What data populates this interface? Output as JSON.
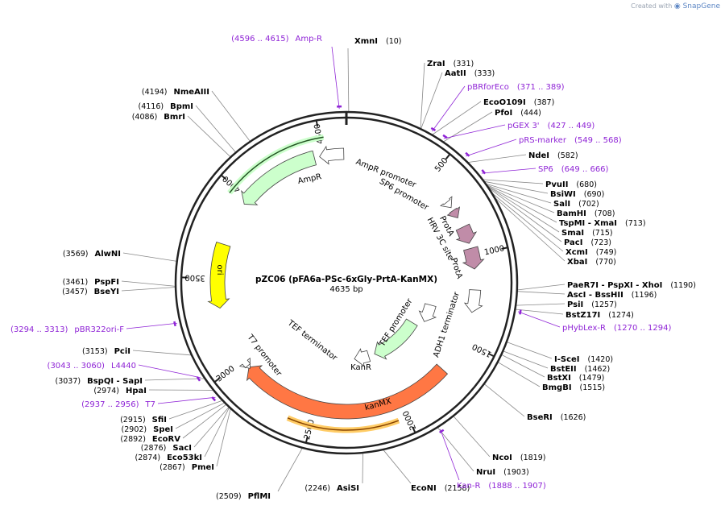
{
  "credit": {
    "prefix": "Created with",
    "brand": "SnapGene"
  },
  "plasmid": {
    "name": "pZC06 (pFA6a-PSc-6xGly-PrtA-KanMX)",
    "length": 4635,
    "length_label": "4635 bp"
  },
  "ticks": [
    "500",
    "1000",
    "1500",
    "2000",
    "2500",
    "3000",
    "3500",
    "4000",
    "4500"
  ],
  "enzymes": [
    {
      "name": "XmnI",
      "pos": "(10)"
    },
    {
      "name": "ZraI",
      "pos": "(331)"
    },
    {
      "name": "AatII",
      "pos": "(333)"
    },
    {
      "name": "EcoO109I",
      "pos": "(387)"
    },
    {
      "name": "PfoI",
      "pos": "(444)"
    },
    {
      "name": "NdeI",
      "pos": "(582)"
    },
    {
      "name": "PvuII",
      "pos": "(680)"
    },
    {
      "name": "BsiWI",
      "pos": "(690)"
    },
    {
      "name": "SalI",
      "pos": "(702)"
    },
    {
      "name": "BamHI",
      "pos": "(708)"
    },
    {
      "name": "TspMI - XmaI",
      "pos": "(713)"
    },
    {
      "name": "SmaI",
      "pos": "(715)"
    },
    {
      "name": "PacI",
      "pos": "(723)"
    },
    {
      "name": "XcmI",
      "pos": "(749)"
    },
    {
      "name": "XbaI",
      "pos": "(770)"
    },
    {
      "name": "PaeR7I - PspXI - XhoI",
      "pos": "(1190)"
    },
    {
      "name": "AscI - BssHII",
      "pos": "(1196)"
    },
    {
      "name": "PsiI",
      "pos": "(1257)"
    },
    {
      "name": "BstZ17I",
      "pos": "(1274)"
    },
    {
      "name": "I-SceI",
      "pos": "(1420)"
    },
    {
      "name": "BstEII",
      "pos": "(1462)"
    },
    {
      "name": "BstXI",
      "pos": "(1479)"
    },
    {
      "name": "BmgBI",
      "pos": "(1515)"
    },
    {
      "name": "BseRI",
      "pos": "(1626)"
    },
    {
      "name": "NcoI",
      "pos": "(1819)"
    },
    {
      "name": "NruI",
      "pos": "(1903)"
    },
    {
      "name": "EcoNI",
      "pos": "(2158)"
    },
    {
      "name": "AsiSI",
      "pos": "(2246)"
    },
    {
      "name": "PflMI",
      "pos": "(2509)"
    },
    {
      "name": "PmeI",
      "pos": "(2867)"
    },
    {
      "name": "Eco53kI",
      "pos": "(2874)"
    },
    {
      "name": "SacI",
      "pos": "(2876)"
    },
    {
      "name": "EcoRV",
      "pos": "(2892)"
    },
    {
      "name": "SpeI",
      "pos": "(2902)"
    },
    {
      "name": "SfiI",
      "pos": "(2915)"
    },
    {
      "name": "HpaI",
      "pos": "(2974)"
    },
    {
      "name": "BspQI - SapI",
      "pos": "(3037)"
    },
    {
      "name": "PciI",
      "pos": "(3153)"
    },
    {
      "name": "BseYI",
      "pos": "(3457)"
    },
    {
      "name": "PspFI",
      "pos": "(3461)"
    },
    {
      "name": "AlwNI",
      "pos": "(3569)"
    },
    {
      "name": "BmrI",
      "pos": "(4086)"
    },
    {
      "name": "BpmI",
      "pos": "(4116)"
    },
    {
      "name": "NmeAIII",
      "pos": "(4194)"
    }
  ],
  "primers": [
    {
      "name": "Amp-R",
      "range": "(4596 .. 4615)"
    },
    {
      "name": "pBRforEco",
      "range": "(371 .. 389)"
    },
    {
      "name": "pGEX 3'",
      "range": "(427 .. 449)"
    },
    {
      "name": "pRS-marker",
      "range": "(549 .. 568)"
    },
    {
      "name": "SP6",
      "range": "(649 .. 666)"
    },
    {
      "name": "pHybLex-R",
      "range": "(1270 .. 1294)"
    },
    {
      "name": "Kan-R",
      "range": "(1888 .. 1907)"
    },
    {
      "name": "T7",
      "range": "(2937 .. 2956)"
    },
    {
      "name": "L4440",
      "range": "(3043 .. 3060)"
    },
    {
      "name": "pBR322ori-F",
      "range": "(3294 .. 3313)"
    }
  ],
  "features": [
    {
      "name": "AmpR",
      "color": "#ccffcc"
    },
    {
      "name": "AmpR promoter",
      "color": "#ffffff"
    },
    {
      "name": "SP6 promoter",
      "color": "#ffffff"
    },
    {
      "name": "HRV 3C site",
      "color": "#c08ca8"
    },
    {
      "name": "ProtA",
      "color": "#c08ca8"
    },
    {
      "name": "ProtA",
      "color": "#c08ca8"
    },
    {
      "name": "ADH1 terminator",
      "color": "#ffffff"
    },
    {
      "name": "kanMX",
      "color": "#ff7744"
    },
    {
      "name": "KanR",
      "color": "#ccffcc"
    },
    {
      "name": "TEF promoter",
      "color": "#ffffff"
    },
    {
      "name": "TEF terminator",
      "color": "#ffffff"
    },
    {
      "name": "T7 promoter",
      "color": "#ffffff"
    },
    {
      "name": "ori",
      "color": "#ffff00"
    }
  ],
  "colors": {
    "primer": "#8f24d6",
    "backbone": "#222222"
  }
}
